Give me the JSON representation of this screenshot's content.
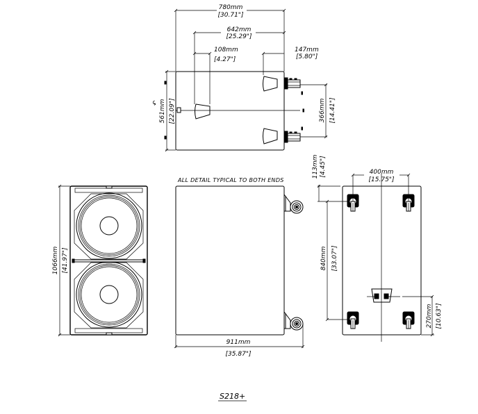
{
  "drawing": {
    "title": "S218+",
    "note": "ALL DETAIL TYPICAL TO BOTH ENDS",
    "top_view": {
      "overall_width": {
        "mm": "780mm",
        "in": "[30.71\"]"
      },
      "handle_span": {
        "mm": "642mm",
        "in": "[25.29\"]"
      },
      "handle_offset_left": {
        "mm": "108mm",
        "in": "[4.27\"]"
      },
      "handle_offset_right": {
        "mm": "147mm",
        "in": "[5.80\"]"
      },
      "depth": {
        "mm": "561mm",
        "in": "[22.09\"]"
      },
      "caster_spacing": {
        "mm": "366mm",
        "in": "[14.41\"]"
      }
    },
    "front_view": {
      "height": {
        "mm": "1066mm",
        "in": "[41.97\"]"
      },
      "drivers": 2
    },
    "side_view": {
      "length": {
        "mm": "911mm",
        "in": "[35.87\"]"
      }
    },
    "rear_view": {
      "caster_width": {
        "mm": "400mm",
        "in": "[15.75\"]"
      },
      "top_offset": {
        "mm": "113mm",
        "in": "[4.45\"]"
      },
      "caster_pitch": {
        "mm": "840mm",
        "in": "[33.07\"]"
      },
      "connector_height": {
        "mm": "270mm",
        "in": "[10.63\"]"
      }
    }
  }
}
